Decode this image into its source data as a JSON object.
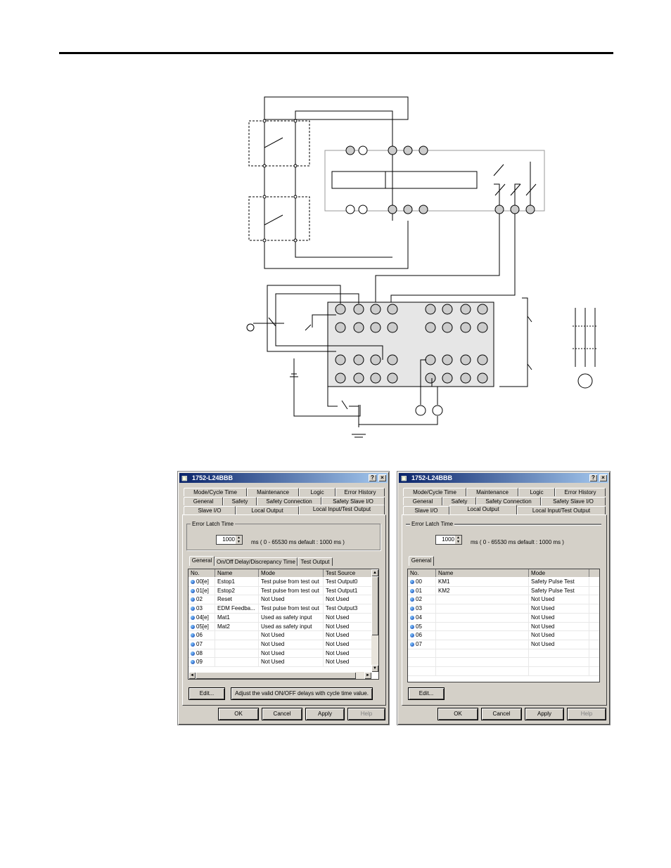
{
  "dialog_left": {
    "title": "1752-L24BBB",
    "tabs_row1": [
      "Mode/Cycle Time",
      "Maintenance",
      "Logic",
      "Error History"
    ],
    "tabs_row2": [
      "General",
      "Safety",
      "Safety Connection",
      "Safety Slave I/O"
    ],
    "tabs_row3": [
      "Slave I/O",
      "Local Output",
      "Local Input/Test Output"
    ],
    "active_tab": "Local Input/Test Output",
    "error_latch_label": "Error Latch Time",
    "error_latch_value": "1000",
    "error_latch_hint": "ms    ( 0 - 65530 ms    default : 1000 ms )",
    "subtabs": [
      "General",
      "On/Off Delay/Discrepancy Time",
      "Test Output"
    ],
    "columns": [
      "No.",
      "Name",
      "Mode",
      "Test Source"
    ],
    "rows": [
      [
        "00[e]",
        "Estop1",
        "Test pulse from test out",
        "Test Output0"
      ],
      [
        "01[e]",
        "Estop2",
        "Test pulse from test out",
        "Test Output1"
      ],
      [
        "02",
        "Reset",
        "Not Used",
        "Not Used"
      ],
      [
        "03",
        "EDM Feedba...",
        "Test pulse from test out",
        "Test Output3"
      ],
      [
        "04[e]",
        "Mat1",
        "Used as safety input",
        "Not Used"
      ],
      [
        "05[e]",
        "Mat2",
        "Used as safety input",
        "Not Used"
      ],
      [
        "06",
        "",
        "Not Used",
        "Not Used"
      ],
      [
        "07",
        "",
        "Not Used",
        "Not Used"
      ],
      [
        "08",
        "",
        "Not Used",
        "Not Used"
      ],
      [
        "09",
        "",
        "Not Used",
        "Not Used"
      ]
    ],
    "edit_label": "Edit...",
    "adjust_label": "Adjust the valid ON/OFF delays with cycle time value.",
    "ok_label": "OK",
    "cancel_label": "Cancel",
    "apply_label": "Apply",
    "help_label": "Help"
  },
  "dialog_right": {
    "title": "1752-L24BBB",
    "tabs_row1": [
      "Mode/Cycle Time",
      "Maintenance",
      "Logic",
      "Error History"
    ],
    "tabs_row2": [
      "General",
      "Safety",
      "Safety Connection",
      "Safety Slave I/O"
    ],
    "tabs_row3": [
      "Slave I/O",
      "Local Output",
      "Local Input/Test Output"
    ],
    "active_tab": "Local Output",
    "error_latch_label": "Error Latch Time",
    "error_latch_value": "1000",
    "error_latch_hint": "ms    ( 0 - 65530 ms    default : 1000 ms )",
    "subtabs": [
      "General"
    ],
    "columns": [
      "No.",
      "Name",
      "Mode"
    ],
    "rows": [
      [
        "00",
        "KM1",
        "Safety Pulse Test"
      ],
      [
        "01",
        "KM2",
        "Safety Pulse Test"
      ],
      [
        "02",
        "",
        "Not Used"
      ],
      [
        "03",
        "",
        "Not Used"
      ],
      [
        "04",
        "",
        "Not Used"
      ],
      [
        "05",
        "",
        "Not Used"
      ],
      [
        "06",
        "",
        "Not Used"
      ],
      [
        "07",
        "",
        "Not Used"
      ]
    ],
    "edit_label": "Edit...",
    "ok_label": "OK",
    "cancel_label": "Cancel",
    "apply_label": "Apply",
    "help_label": "Help"
  },
  "icons": {
    "help": "?",
    "close": "×",
    "spin_up": "▲",
    "spin_down": "▼",
    "scroll_left": "◄",
    "scroll_right": "►"
  }
}
